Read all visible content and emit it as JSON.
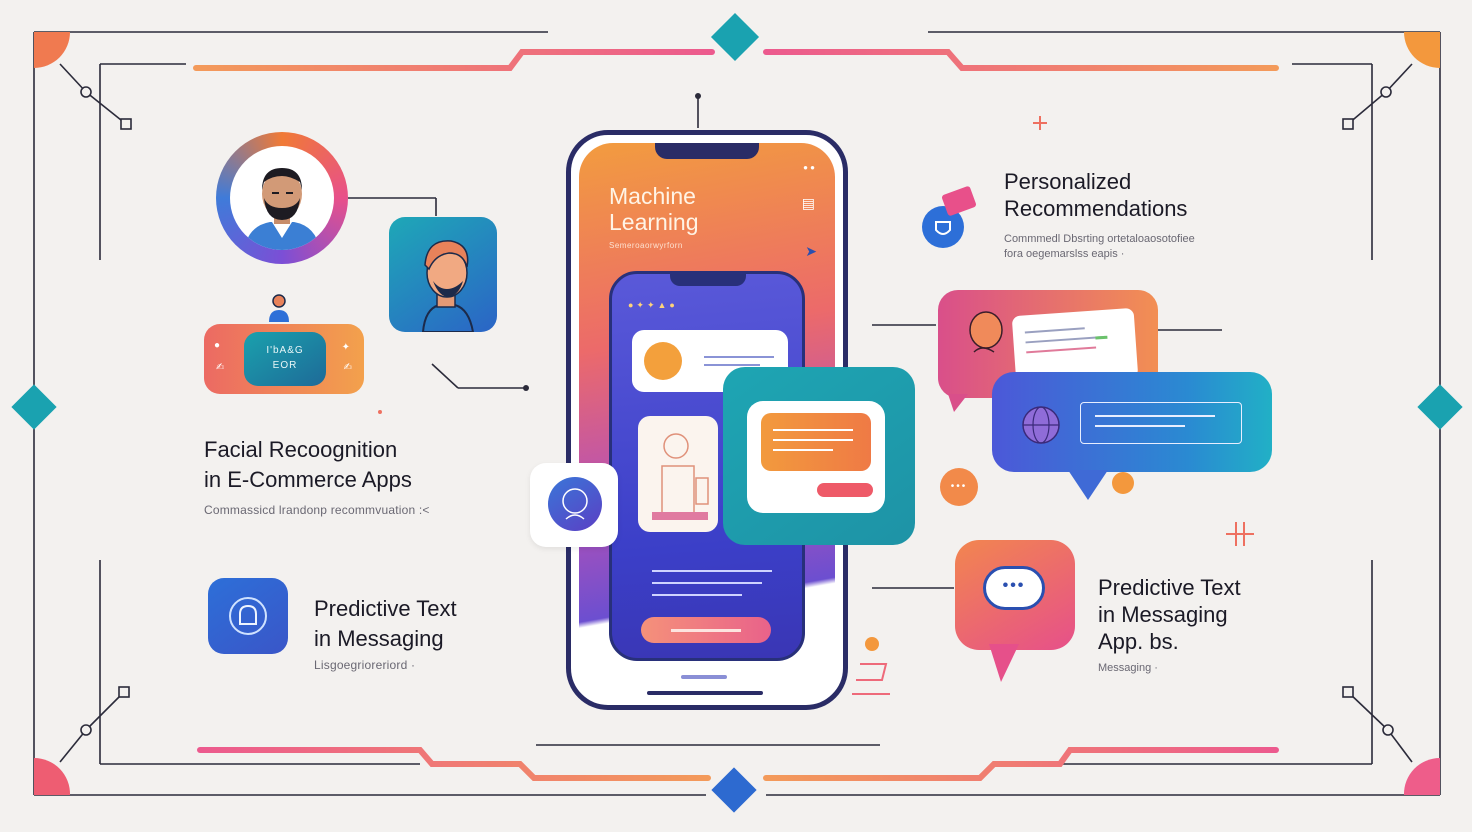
{
  "phone": {
    "title_line1": "Machine",
    "title_line2": "Learning",
    "subtitle": "Semeroaorwyrforn"
  },
  "left": {
    "pill_text_line1": "I'bA&G",
    "pill_text_line2": "EOR",
    "facial": {
      "title_line1": "Facial Recoognition",
      "title_line2": "in E-Commerce Apps",
      "subtitle": "Commassicd lrandonp recommvuation :<"
    },
    "predictive": {
      "title_line1": "Predictive Text",
      "title_line2": "in Messaging",
      "subtitle": "Lisgoegrioreriord ·"
    }
  },
  "right": {
    "personalized": {
      "title_line1": "Personalized",
      "title_line2": "Recommendations",
      "subtitle_line1": "Commmedl Dbsrting ortetaloaosotofiee",
      "subtitle_line2": "fora oegemarslss eapis ·"
    },
    "predictive": {
      "title_line1": "Predictive Text",
      "title_line2": "in Messaging",
      "title_line3": "App. bs.",
      "subtitle": "Messaging ·"
    }
  },
  "colors": {
    "orange": "#f07a36",
    "pink": "#e8508a",
    "teal": "#1aa2b0",
    "blue": "#2d6fd8",
    "navy": "#2a2c66"
  },
  "icons": [
    "person-avatar-icon",
    "face-icon",
    "chat-bubble-icon",
    "globe-icon",
    "typing-dots-icon",
    "lock-icon",
    "diamond-icon"
  ]
}
